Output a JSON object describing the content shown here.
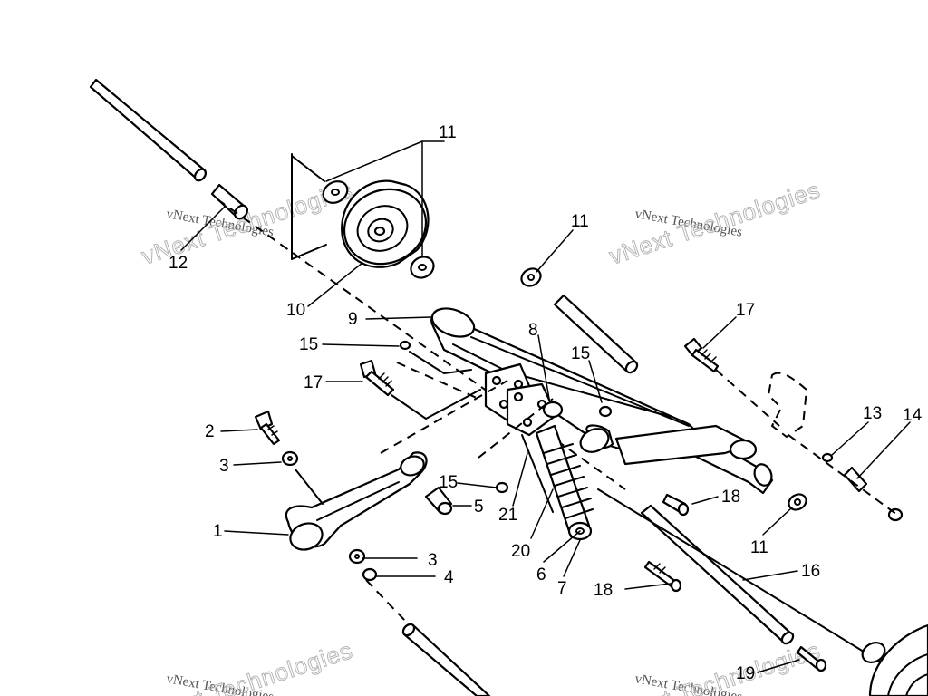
{
  "callouts": [
    {
      "id": "c12",
      "label": "12"
    },
    {
      "id": "c11a",
      "label": "11"
    },
    {
      "id": "c10",
      "label": "10"
    },
    {
      "id": "c11b",
      "label": "11"
    },
    {
      "id": "c9",
      "label": "9"
    },
    {
      "id": "c15a",
      "label": "15"
    },
    {
      "id": "c17a",
      "label": "17"
    },
    {
      "id": "c8",
      "label": "8"
    },
    {
      "id": "c15b",
      "label": "15"
    },
    {
      "id": "c17b",
      "label": "17"
    },
    {
      "id": "c13",
      "label": "13"
    },
    {
      "id": "c14",
      "label": "14"
    },
    {
      "id": "c2",
      "label": "2"
    },
    {
      "id": "c3a",
      "label": "3"
    },
    {
      "id": "c1",
      "label": "1"
    },
    {
      "id": "c15c",
      "label": "15"
    },
    {
      "id": "c5",
      "label": "5"
    },
    {
      "id": "c21",
      "label": "21"
    },
    {
      "id": "c18a",
      "label": "18"
    },
    {
      "id": "c11c",
      "label": "11"
    },
    {
      "id": "c20",
      "label": "20"
    },
    {
      "id": "c6",
      "label": "6"
    },
    {
      "id": "c7",
      "label": "7"
    },
    {
      "id": "c3b",
      "label": "3"
    },
    {
      "id": "c4",
      "label": "4"
    },
    {
      "id": "c16",
      "label": "16"
    },
    {
      "id": "c18b",
      "label": "18"
    },
    {
      "id": "c19",
      "label": "19"
    }
  ],
  "watermarks": [
    {
      "small": "vNext Technologies",
      "big": "vNext Technologies"
    },
    {
      "small": "vNext Technologies",
      "big": "vNext Technologies"
    },
    {
      "small": "vNext Technologies",
      "big": "vNext Technologies"
    },
    {
      "small": "vNext Technologies",
      "big": "vNext Technologies"
    }
  ]
}
